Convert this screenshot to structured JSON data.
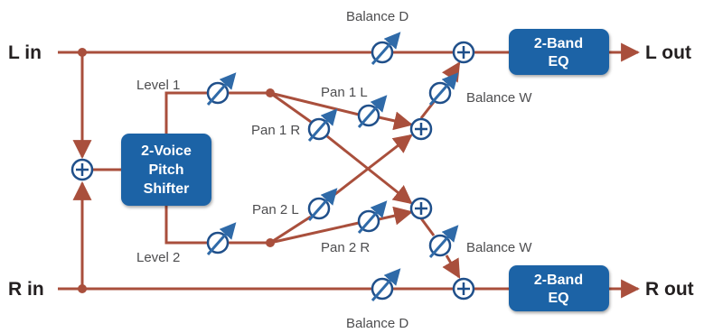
{
  "inputs": {
    "left": "L in",
    "right": "R in"
  },
  "outputs": {
    "left": "L out",
    "right": "R out"
  },
  "blocks": {
    "pitch_shifter": [
      "2-Voice",
      "Pitch",
      "Shifter"
    ],
    "eq_top": [
      "2-Band",
      "EQ"
    ],
    "eq_bottom": [
      "2-Band",
      "EQ"
    ]
  },
  "labels": {
    "balance_d_top": "Balance D",
    "balance_d_bottom": "Balance D",
    "balance_w_top": "Balance W",
    "balance_w_bottom": "Balance W",
    "level_1": "Level 1",
    "level_2": "Level 2",
    "pan_1_l": "Pan 1 L",
    "pan_1_r": "Pan 1 R",
    "pan_2_l": "Pan 2 L",
    "pan_2_r": "Pan 2 R"
  },
  "colors": {
    "signal_line": "#a94f3c",
    "block_fill": "#1f63a6",
    "knob_stroke": "#1f4f8a",
    "knob_arrow": "#2f6aa8"
  }
}
